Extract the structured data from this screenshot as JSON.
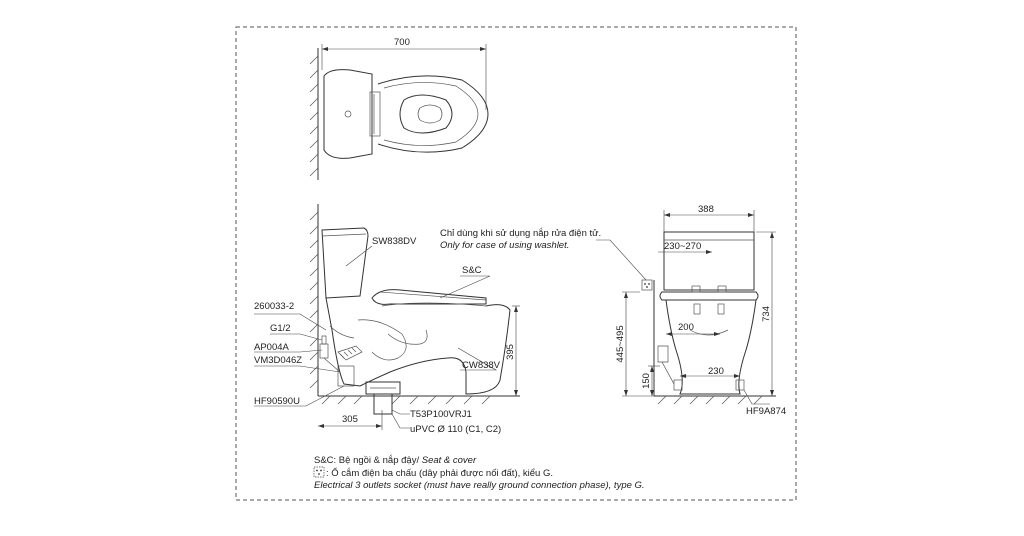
{
  "top_view": {
    "width_dim": "700"
  },
  "side_view": {
    "tank_label": "SW838DV",
    "seat_label": "S&C",
    "bowl_label": "CW838V",
    "label_260033": "260033-2",
    "label_g12": "G1/2",
    "label_ap004a": "AP004A",
    "label_vm3d": "VM3D046Z",
    "label_hf90590u": "HF90590U",
    "label_t53": "T53P100VRJ1",
    "label_upvc": "uPVC Ø 110 (C1, C2)",
    "dim_305": "305",
    "dim_395": "395"
  },
  "front_view": {
    "note_vi": "Chỉ dùng khi sử dụng nắp rửa điện tử.",
    "note_en": "Only for case of using washlet.",
    "dim_388": "388",
    "dim_230_270": "230~270",
    "dim_200": "200",
    "dim_230": "230",
    "dim_445_495": "445~495",
    "dim_150": "150",
    "dim_734": "734",
    "label_hf9a874": "HF9A874"
  },
  "legend": {
    "sc_prefix": "S&C: Bệ ngồi & nắp đậy/ ",
    "sc_en": "Seat & cover",
    "socket_vi": ": Ổ cắm điện ba chấu (dây phải được nối đất), kiểu G.",
    "socket_en": "Electrical 3 outlets socket (must have really ground connection phase), type G."
  }
}
